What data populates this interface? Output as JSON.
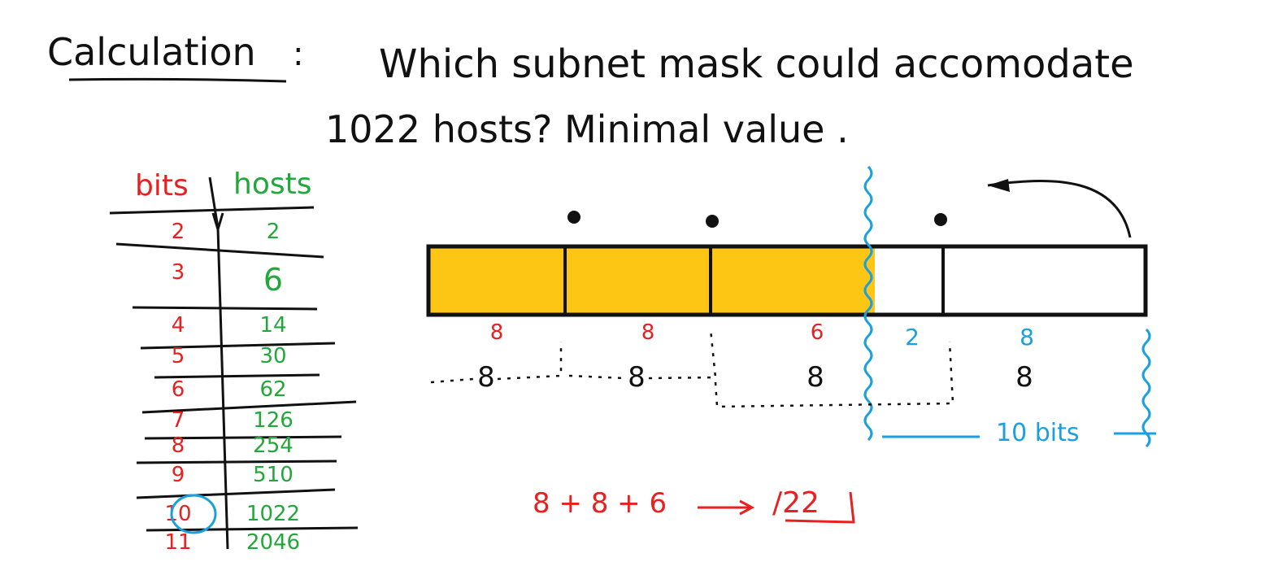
{
  "heading": {
    "label": "Calculation",
    "colon": ":",
    "question_line1": "Which subnet mask could accomodate",
    "question_line2": "1022 hosts?  Minimal value ."
  },
  "table": {
    "bits_header": "bits",
    "hosts_header": "hosts",
    "rows": [
      {
        "bits": "2",
        "hosts": "2"
      },
      {
        "bits": "3",
        "hosts": "6"
      },
      {
        "bits": "4",
        "hosts": "14"
      },
      {
        "bits": "5",
        "hosts": "30"
      },
      {
        "bits": "6",
        "hosts": "62"
      },
      {
        "bits": "7",
        "hosts": "126"
      },
      {
        "bits": "8",
        "hosts": "254"
      },
      {
        "bits": "9",
        "hosts": "510"
      },
      {
        "bits": "10",
        "hosts": "1022"
      },
      {
        "bits": "11",
        "hosts": "2046"
      }
    ],
    "highlighted_bits": "10"
  },
  "address_bar": {
    "network_labels": [
      "8",
      "8",
      "6"
    ],
    "host_labels": [
      "2",
      "8"
    ],
    "octet_labels": [
      "8",
      "8",
      "8",
      "8"
    ],
    "host_bits_label": "10 bits"
  },
  "formula": {
    "sum": "8 + 8 + 6",
    "result": "/22"
  },
  "colors": {
    "network": "#fdc514",
    "host": "#ffffff",
    "ink": "#111111",
    "red": "#e8201f",
    "green": "#22a83a",
    "blue": "#1aa0e0"
  }
}
